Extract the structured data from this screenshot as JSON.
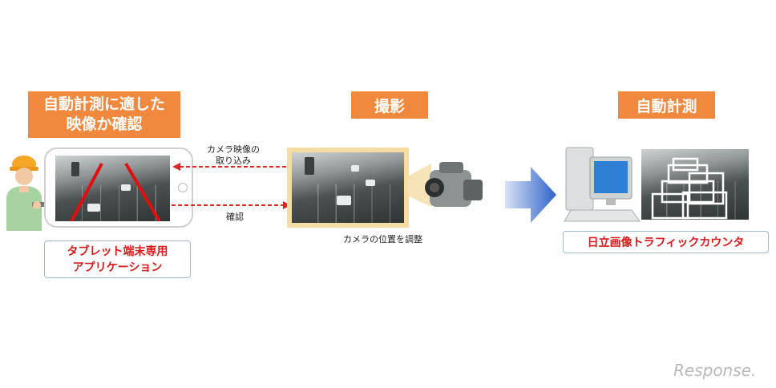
{
  "steps": {
    "left_title": [
      "自動計測に適した",
      "映像か確認"
    ],
    "middle_title": "撮影",
    "right_title": "自動計測"
  },
  "labels": {
    "tablet_app": [
      "タブレット端末専用",
      "アプリケーション"
    ],
    "traffic_counter": "日立画像トラフィックカウンタ"
  },
  "arrows": {
    "camera_feed": [
      "カメラ映像の",
      "取り込み"
    ],
    "confirm": "確認"
  },
  "captions": {
    "camera_adjust": "カメラの位置を調整"
  },
  "credit": "Response.",
  "colors": {
    "accent_orange": "#f0883e",
    "label_red": "#d81a1a",
    "arrow_red": "#d42a2a",
    "flow_blue": "#2f63c9"
  },
  "icons": [
    "worker-icon",
    "tablet-icon",
    "camcorder-icon",
    "desktop-computer-icon",
    "flow-arrow-icon"
  ]
}
